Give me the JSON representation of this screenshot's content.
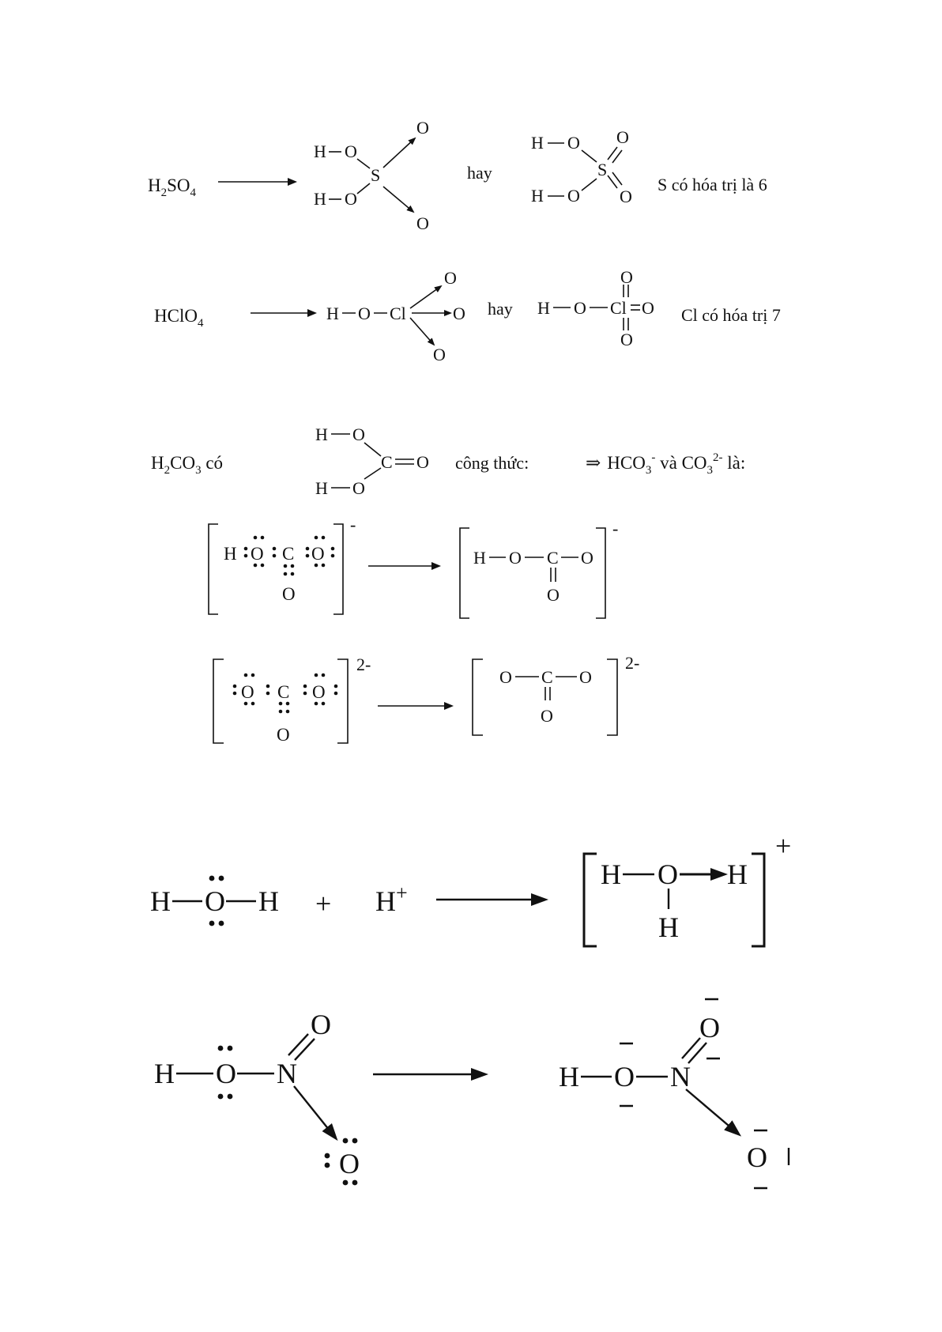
{
  "h2so4": {
    "formula_main": "H",
    "formula_sub2": "2",
    "formula_so": "SO",
    "formula_sub4": "4",
    "H1": "H",
    "O1": "O",
    "H2": "H",
    "O2": "O",
    "S": "S",
    "Otop": "O",
    "Obot": "O",
    "hay": "hay",
    "rH1": "H",
    "rO1": "O",
    "rH2": "H",
    "rO2": "O",
    "rS": "S",
    "rOa": "O",
    "rOb": "O",
    "note": "S có hóa trị là 6"
  },
  "hclo4": {
    "formula_main": "HClO",
    "formula_sub4": "4",
    "H": "H",
    "O": "O",
    "Cl": "Cl",
    "Otop": "O",
    "Oright": "O",
    "Obot": "O",
    "hay": "hay",
    "rH": "H",
    "rO": "O",
    "rCl": "Cl",
    "rOtop": "O",
    "rOright": "O",
    "rObot": "O",
    "note": "Cl có hóa trị 7"
  },
  "h2co3": {
    "formula_H": "H",
    "formula_sub2": "2",
    "formula_CO": "CO",
    "formula_sub3": "3",
    "formula_co": " có",
    "H1": "H",
    "O1": "O",
    "H2": "H",
    "O2": "O",
    "C": "C",
    "O3": "O",
    "cong_thuc": "công thức:",
    "implies": "⇒",
    "hco3": "HCO",
    "hco3_sub": "3",
    "hco3_sup": "-",
    "va": " và ",
    "co3": "CO",
    "co3_sub": "3",
    "co3_sup": "2-",
    "la": " là:"
  },
  "bicarbonate": {
    "lH": "H",
    "lO1": "O",
    "lC": "C",
    "lO2": "O",
    "lO3": "O",
    "charge": "-",
    "rH": "H",
    "rO1": "O",
    "rC": "C",
    "rO2": "O",
    "rO3": "O",
    "rcharge": "-"
  },
  "carbonate": {
    "lO1": "O",
    "lC": "C",
    "lO2": "O",
    "lO3": "O",
    "charge": "2-",
    "rO1": "O",
    "rC": "C",
    "rO2": "O",
    "rO3": "O",
    "rcharge": "2-"
  },
  "hydronium": {
    "H1": "H",
    "O": "O",
    "H2": "H",
    "plus": "+",
    "Hp": "H",
    "Hp_sup": "+",
    "rH1": "H",
    "rO": "O",
    "rH2": "H",
    "rH3": "H",
    "charge": "+"
  },
  "nitric": {
    "H": "H",
    "O": "O",
    "N": "N",
    "Otop": "O",
    "Obot": "O",
    "rH": "H",
    "rO": "O",
    "rN": "N",
    "rOtop": "O",
    "rObot": "O"
  }
}
